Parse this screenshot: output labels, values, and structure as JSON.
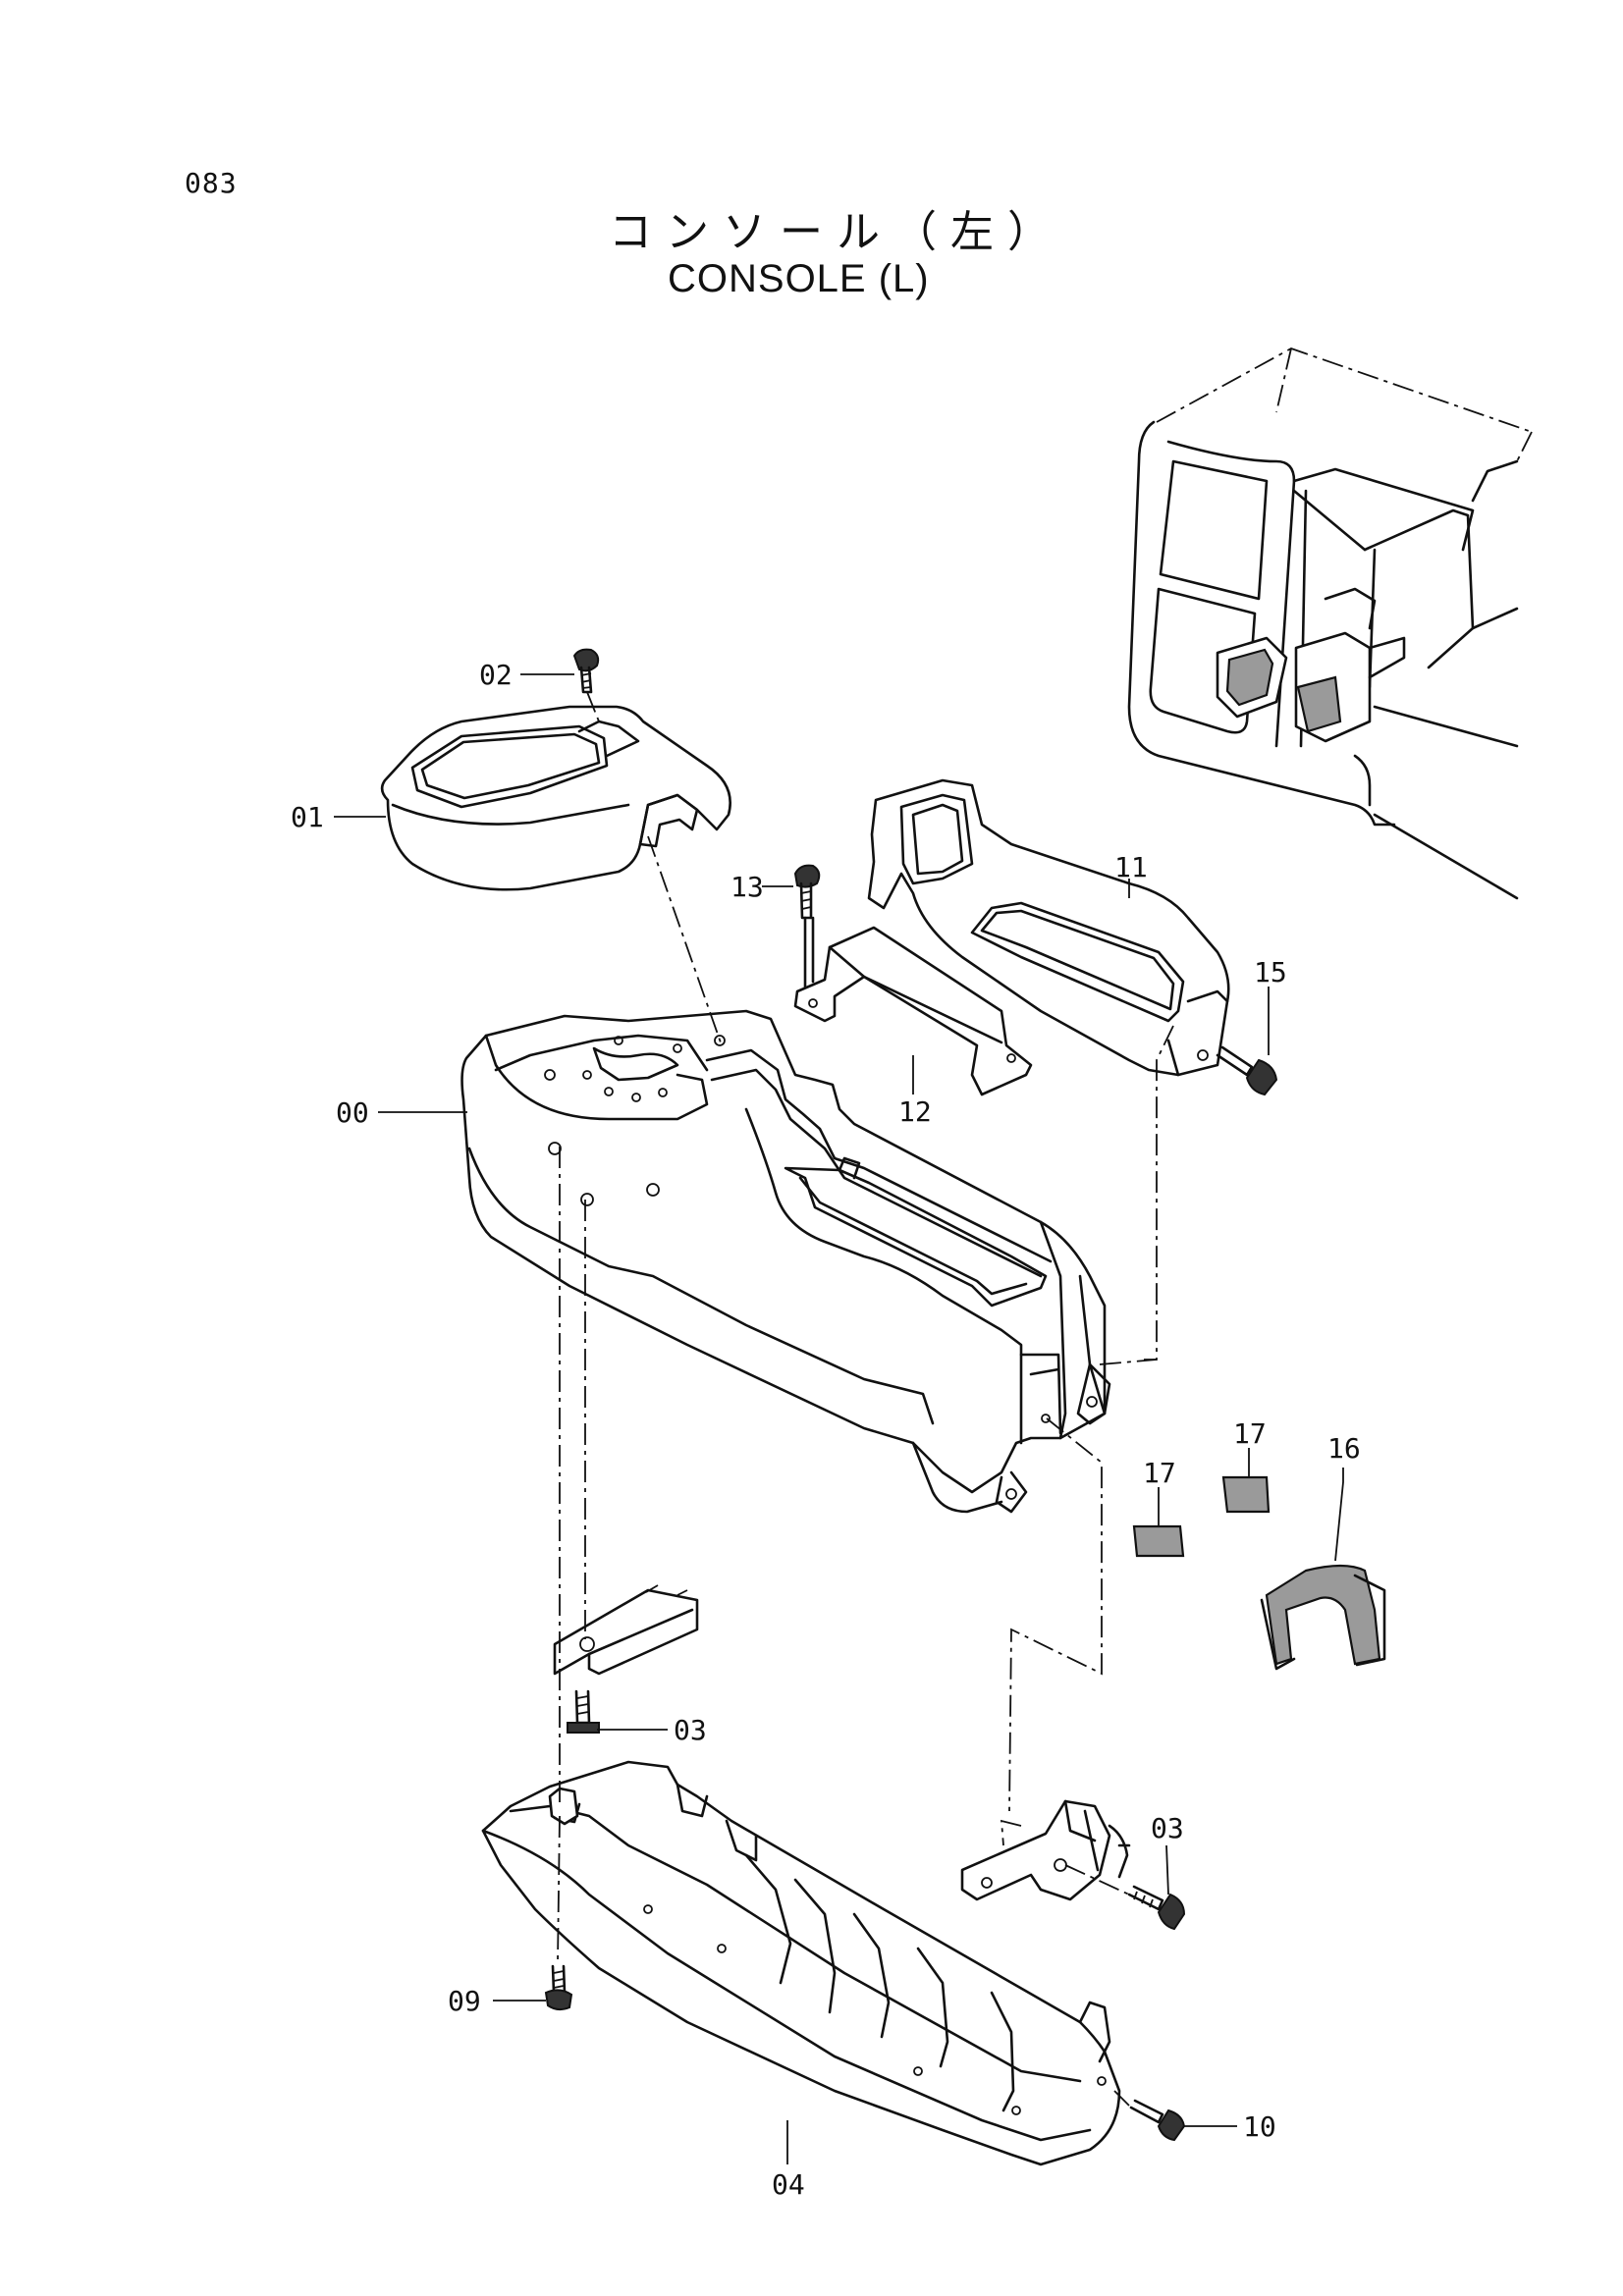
{
  "page_number": "083",
  "title": {
    "japanese": "コンソール（左）",
    "english": "CONSOLE (L)"
  },
  "parts": [
    {
      "id": "00"
    },
    {
      "id": "01"
    },
    {
      "id": "02"
    },
    {
      "id": "03"
    },
    {
      "id": "03"
    },
    {
      "id": "04"
    },
    {
      "id": "09"
    },
    {
      "id": "10"
    },
    {
      "id": "11"
    },
    {
      "id": "12"
    },
    {
      "id": "13"
    },
    {
      "id": "15"
    },
    {
      "id": "16"
    },
    {
      "id": "17"
    },
    {
      "id": "17"
    }
  ]
}
